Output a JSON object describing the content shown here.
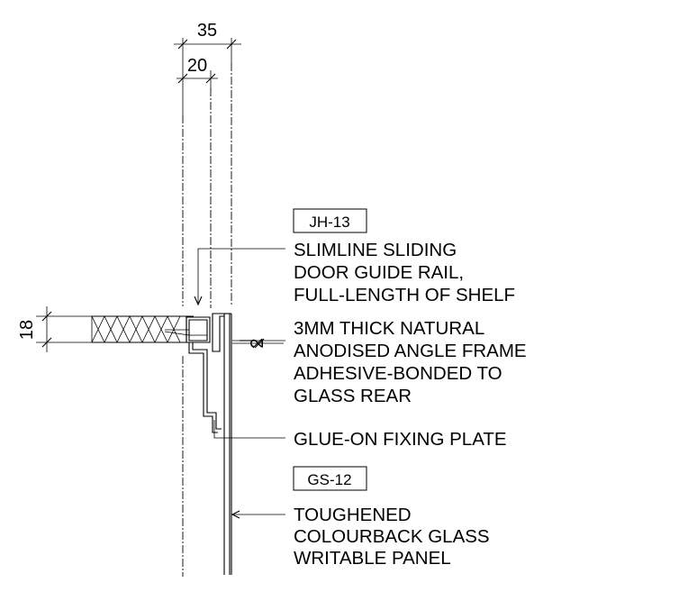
{
  "dimensions": {
    "overall_width": "35",
    "inner_width": "20",
    "shelf_thickness": "18",
    "frame_thickness": "2"
  },
  "tags": {
    "guide_rail": "JH-13",
    "glass_panel": "GS-12"
  },
  "labels": {
    "guide_rail": [
      "SLIMLINE SLIDING",
      "DOOR GUIDE RAIL,",
      "FULL-LENGTH OF SHELF"
    ],
    "angle_frame": [
      "3MM THICK NATURAL",
      "ANODISED ANGLE FRAME",
      "ADHESIVE-BONDED TO",
      "GLASS REAR"
    ],
    "fixing_plate": [
      "GLUE-ON FIXING PLATE"
    ],
    "glass_panel": [
      "TOUGHENED",
      "COLOURBACK GLASS",
      "WRITABLE PANEL"
    ]
  }
}
